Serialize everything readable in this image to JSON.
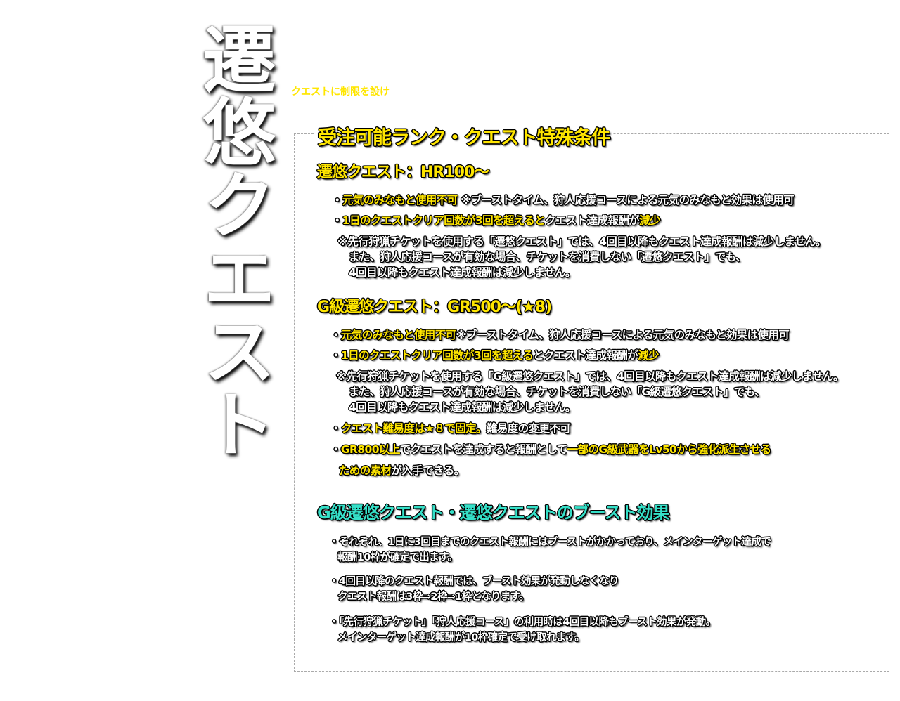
{
  "vertical_title": "遷悠クエスト",
  "lead": "クエストに制限を設け",
  "section1": {
    "title": "受注可能ランク・クエスト特殊条件",
    "sub1": "遷悠クエスト：HR100～",
    "sub1_lines": [
      [
        {
          "t": "・",
          "h": false
        },
        {
          "t": "元気のみなもと使用不可",
          "h": true
        },
        {
          "t": " ※ブーストタイム、狩人応援コースによる元気のみなもと効果は使用可",
          "h": false
        }
      ],
      [
        {
          "t": "・",
          "h": false
        },
        {
          "t": "1日のクエストクリア回数が3回を超えると",
          "h": true
        },
        {
          "t": "クエスト達成報酬が",
          "h": false
        },
        {
          "t": "減少",
          "h": true
        }
      ],
      [
        {
          "t": "※先行狩猟チケットを使用する「遷悠クエスト」では、4回目以降もクエスト達成報酬は減少しません。",
          "h": false
        }
      ],
      [
        {
          "t": "また、狩人応援コースが有効な場合、チケットを消費しない「遷悠クエスト」でも、",
          "h": false
        }
      ],
      [
        {
          "t": "4回目以降もクエスト達成報酬は減少しません。",
          "h": false
        }
      ]
    ],
    "sub2": "G級遷悠クエスト：GR500～(★8)",
    "sub2_lines": [
      [
        {
          "t": "・",
          "h": false
        },
        {
          "t": "元気のみなもと使用不可",
          "h": true
        },
        {
          "t": "※ブーストタイム、狩人応援コースによる元気のみなもと効果は使用可",
          "h": false
        }
      ],
      [
        {
          "t": "・",
          "h": false
        },
        {
          "t": "1日のクエストクリア回数が3回を超える",
          "h": true
        },
        {
          "t": "とクエスト達成報酬が",
          "h": false
        },
        {
          "t": "減少",
          "h": true
        }
      ],
      [
        {
          "t": "※先行狩猟チケットを使用する「G級遷悠クエスト」では、4回目以降もクエスト達成報酬は減少しません。",
          "h": false
        }
      ],
      [
        {
          "t": "また、狩人応援コースが有効な場合、チケットを消費しない「G級遷悠クエスト」でも、",
          "h": false
        }
      ],
      [
        {
          "t": "4回目以降もクエスト達成報酬は減少しません。",
          "h": false
        }
      ],
      [
        {
          "t": "・",
          "h": false
        },
        {
          "t": "クエスト難易度は★８で固定。",
          "h": true
        },
        {
          "t": "難易度の変更不可",
          "h": false
        }
      ],
      [
        {
          "t": "・",
          "h": false
        },
        {
          "t": "GR800以上",
          "h": true
        },
        {
          "t": "でクエストを達成すると報酬として",
          "h": false
        },
        {
          "t": "一部のG級武器をLv50から強化派生させる",
          "h": true
        }
      ],
      [
        {
          "t": "ための素材",
          "h": true
        },
        {
          "t": "が入手できる。",
          "h": false
        }
      ]
    ]
  },
  "section2": {
    "title": "G級遷悠クエスト・遷悠クエストのブースト効果",
    "lines": [
      [
        {
          "t": "・それぞれ、1日に3回目までのクエスト報酬にはブーストがかかっており、メインターゲット達成で",
          "h": false
        }
      ],
      [
        {
          "t": "報酬10枠が確定で出ます。",
          "h": false
        }
      ],
      [
        {
          "t": "・4回目以降のクエスト報酬では、ブースト効果が発動しなくなり",
          "h": false
        }
      ],
      [
        {
          "t": "クエスト報酬は3枠⇒2枠⇒1枠となります。",
          "h": false
        }
      ],
      [
        {
          "t": "・「先行狩猟チケット」「狩人応援コース」の利用時は4回目以降もブースト効果が発動。",
          "h": false
        }
      ],
      [
        {
          "t": "メインターゲット達成報酬が10枠確定で受け取れます。",
          "h": false
        }
      ]
    ]
  },
  "colors": {
    "highlight": "#ffe600",
    "teal_heading": "#35e0c8",
    "text": "#ffffff",
    "outline": "#000000"
  }
}
